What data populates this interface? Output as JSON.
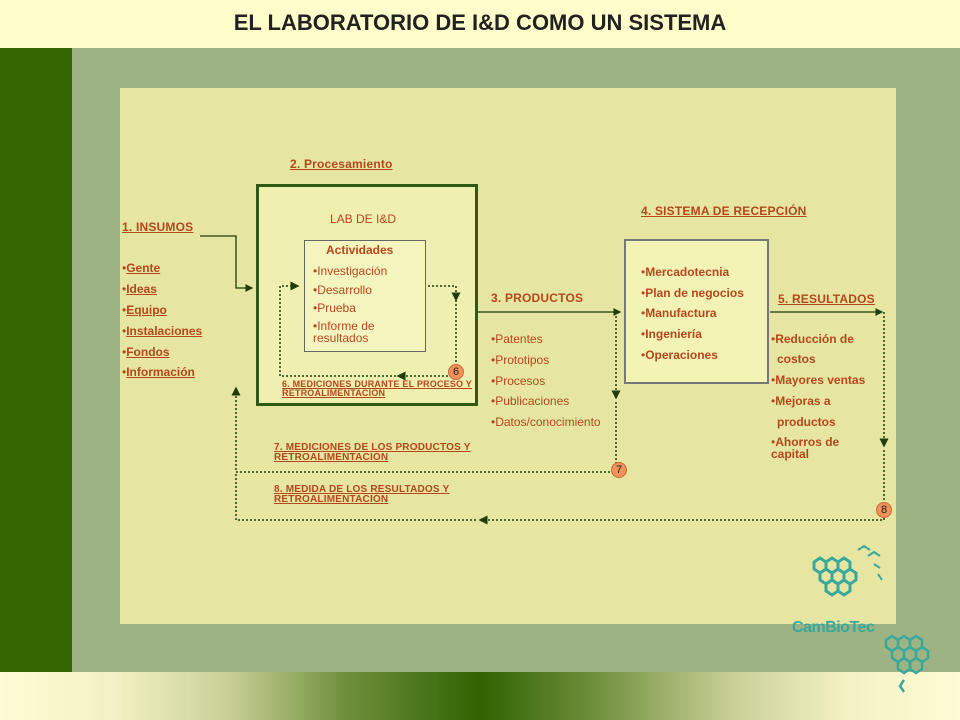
{
  "title": "EL LABORATORIO DE I&D COMO UN SISTEMA",
  "insumos": {
    "heading": "1. INSUMOS",
    "items": [
      "Gente",
      "Ideas",
      "Equipo",
      "Instalaciones",
      "Fondos",
      "Información"
    ]
  },
  "procesamiento": {
    "heading": "2. Procesamiento",
    "lab_title": "LAB DE I&D",
    "activities_title": "Actividades",
    "activities": [
      "Investigación",
      "Desarrollo",
      "Prueba",
      "Informe de resultados"
    ]
  },
  "productos": {
    "heading": "3. PRODUCTOS",
    "items": [
      "Patentes",
      "Prototipos",
      "Procesos",
      "Publicaciones",
      "Datos/conocimiento"
    ]
  },
  "recepcion": {
    "heading": "4. SISTEMA DE RECEPCIÓN",
    "items": [
      "Mercadotecnia",
      "Plan de negocios",
      "Manufactura",
      "Ingeniería",
      "Operaciones"
    ]
  },
  "resultados": {
    "heading": "5. RESULTADOS",
    "items": [
      "Reducción de",
      "costos",
      "Mayores ventas",
      "Mejoras a",
      "productos",
      "Ahorros de capital"
    ]
  },
  "feedback": {
    "f6": "6. MEDICIONES DURANTE EL PROCESO Y RETROALIMENTACIÓN",
    "f7": "7. MEDICIONES DE LOS PRODUCTOS Y RETROALIMENTACIÓN",
    "f8": "8. MEDIDA DE LOS RESULTADOS Y RETROALIMENTACIÓN"
  },
  "badges": {
    "b6": "6",
    "b7": "7",
    "b8": "8"
  },
  "logo": {
    "text": "CamBioTec"
  },
  "colors": {
    "label": "#b5471c",
    "dark_green": "#336600",
    "olive": "#9db383",
    "panel": "#e6e6a2",
    "badge": "#f0925a",
    "logo_teal": "#3aa89a"
  }
}
